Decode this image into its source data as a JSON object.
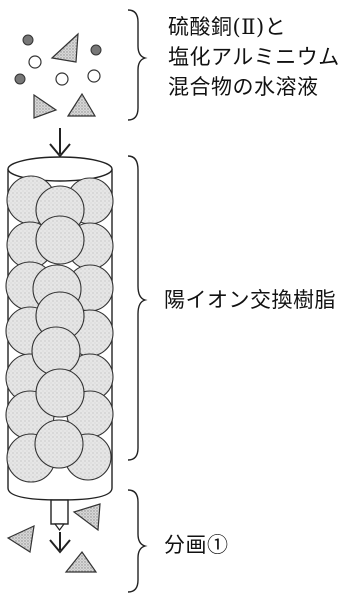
{
  "labels": {
    "input_lines": [
      "硫酸銅(Ⅱ)と",
      "塩化アルミニウム",
      "混合物の水溶液"
    ],
    "resin": "陽イオン交換樹脂",
    "fraction": "分画①"
  }
}
